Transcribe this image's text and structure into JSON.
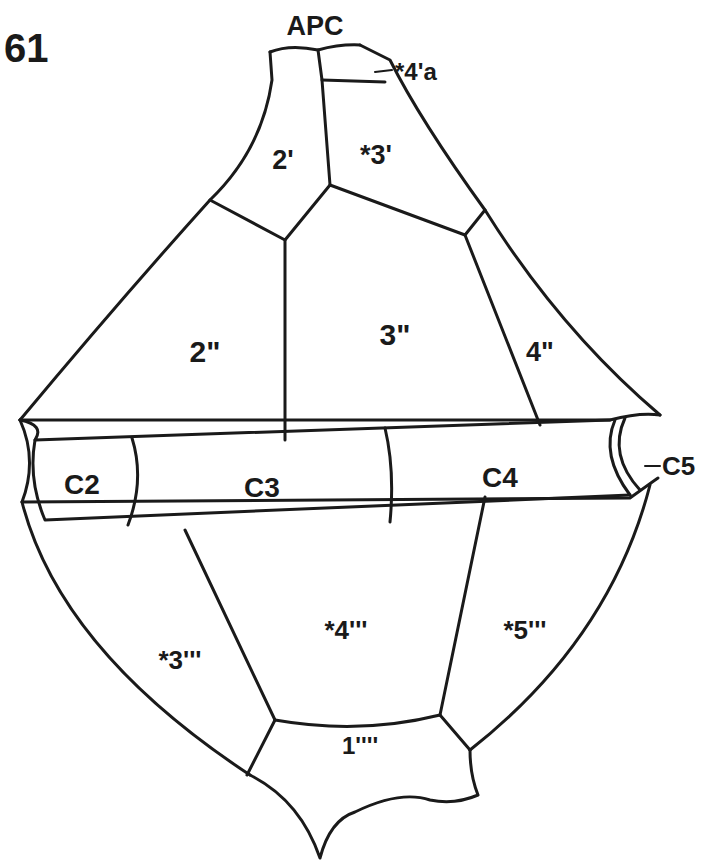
{
  "diagram": {
    "labels": [
      "61",
      "APC",
      "*4'a",
      "2'",
      "*3'",
      "2\"",
      "3\"",
      "4\"",
      "C2",
      "C3",
      "C4",
      "C5",
      "*3'''",
      "*4'''",
      "*5'''",
      "1''''"
    ]
  }
}
